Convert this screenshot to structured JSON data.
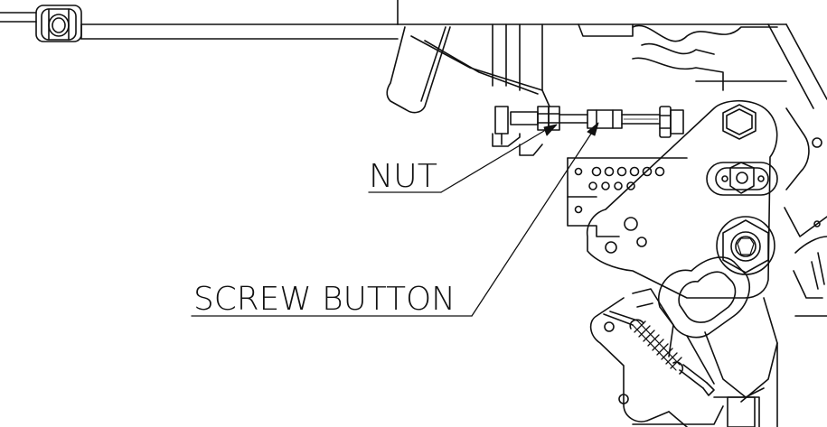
{
  "diagram": {
    "callouts": [
      {
        "id": "nut",
        "label": "NUT"
      },
      {
        "id": "screw-button",
        "label": "SCREW BUTTON"
      }
    ],
    "colors": {
      "line": "#111111",
      "background": "#ffffff"
    }
  }
}
